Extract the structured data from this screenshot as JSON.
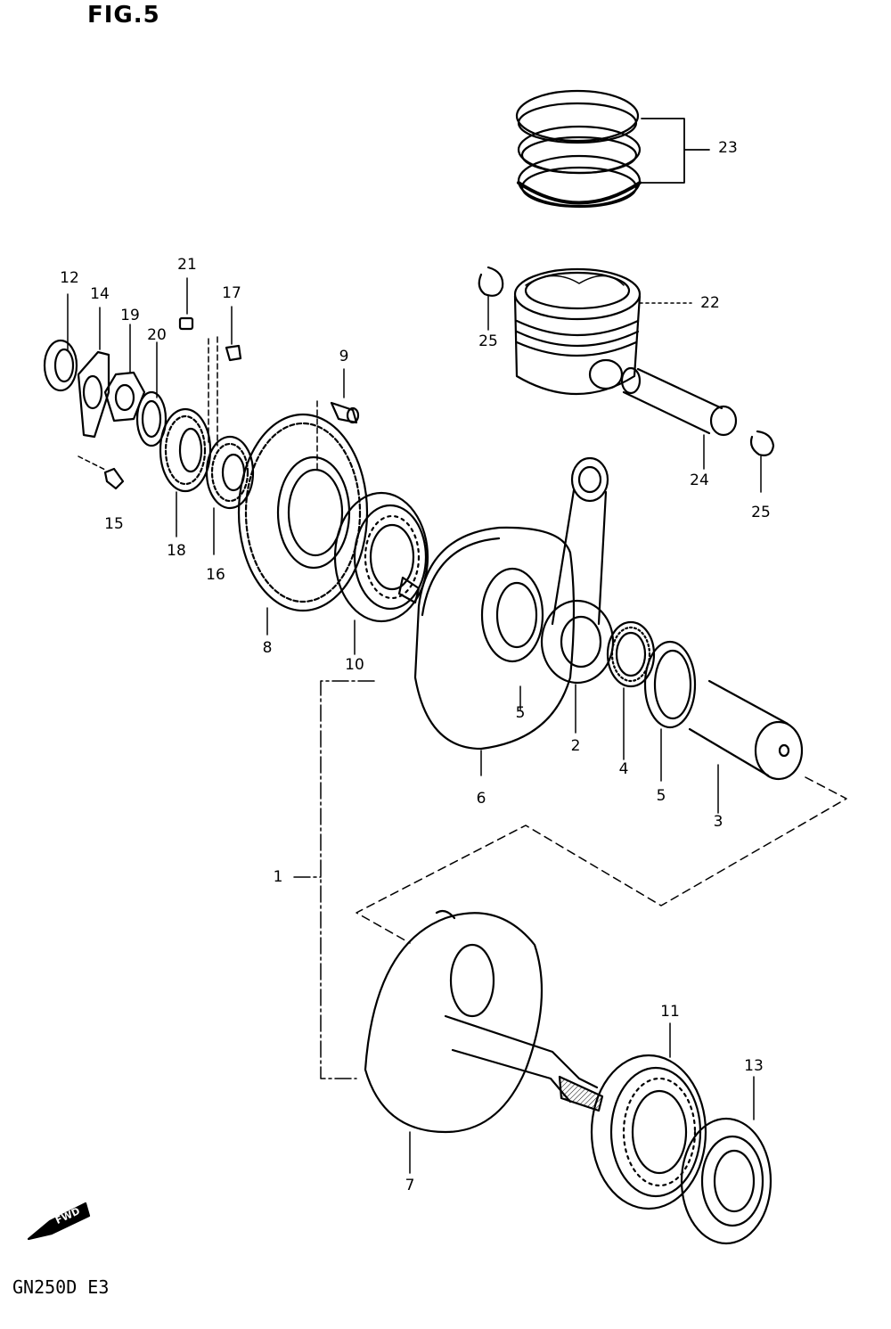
{
  "figure": {
    "title": "FIG.5",
    "model_code": "GN250D E3",
    "fwd_marker": "FWD"
  },
  "callouts": [
    {
      "id": "c23",
      "label": "23"
    },
    {
      "id": "c22",
      "label": "22"
    },
    {
      "id": "c25a",
      "label": "25"
    },
    {
      "id": "c25b",
      "label": "25"
    },
    {
      "id": "c24",
      "label": "24"
    },
    {
      "id": "c12",
      "label": "12"
    },
    {
      "id": "c14",
      "label": "14"
    },
    {
      "id": "c19",
      "label": "19"
    },
    {
      "id": "c20",
      "label": "20"
    },
    {
      "id": "c21",
      "label": "21"
    },
    {
      "id": "c17",
      "label": "17"
    },
    {
      "id": "c9",
      "label": "9"
    },
    {
      "id": "c15",
      "label": "15"
    },
    {
      "id": "c18",
      "label": "18"
    },
    {
      "id": "c16",
      "label": "16"
    },
    {
      "id": "c8",
      "label": "8"
    },
    {
      "id": "c10",
      "label": "10"
    },
    {
      "id": "c5a",
      "label": "5"
    },
    {
      "id": "c2",
      "label": "2"
    },
    {
      "id": "c4",
      "label": "4"
    },
    {
      "id": "c5b",
      "label": "5"
    },
    {
      "id": "c6",
      "label": "6"
    },
    {
      "id": "c3",
      "label": "3"
    },
    {
      "id": "c1",
      "label": "1"
    },
    {
      "id": "c11",
      "label": "11"
    },
    {
      "id": "c13",
      "label": "13"
    },
    {
      "id": "c7",
      "label": "7"
    }
  ]
}
